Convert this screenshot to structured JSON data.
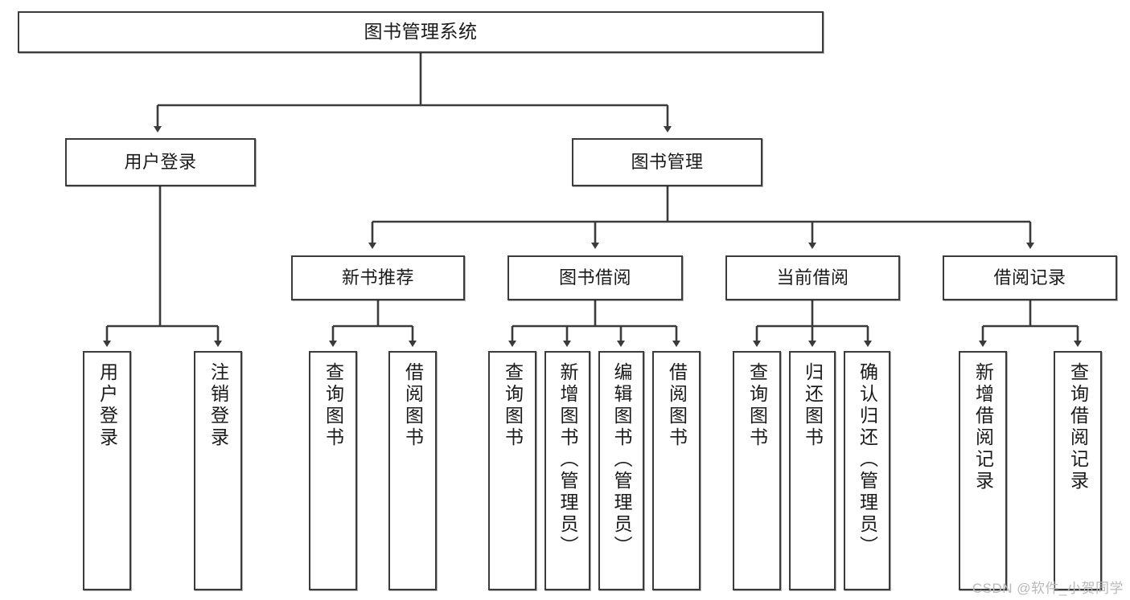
{
  "diagram": {
    "title": "图书管理系统",
    "type": "tree-hierarchy",
    "watermark": "CSDN @软件_小贺同学",
    "colors": {
      "stroke": "#3b3b3b",
      "fill": "#ffffff",
      "text": "#1a1a1a",
      "watermark": "#b9b9b9"
    },
    "nodes": {
      "root": {
        "label": "图书管理系统"
      },
      "level2": [
        {
          "label": "用户登录"
        },
        {
          "label": "图书管理"
        }
      ],
      "level3": [
        {
          "label": "新书推荐"
        },
        {
          "label": "图书借阅"
        },
        {
          "label": "当前借阅"
        },
        {
          "label": "借阅记录"
        }
      ],
      "leaves": {
        "user_login": [
          {
            "label": "用户登录"
          },
          {
            "label": "注销登录"
          }
        ],
        "new_book": [
          {
            "label": "查询图书"
          },
          {
            "label": "借阅图书"
          }
        ],
        "book_borrow": [
          {
            "label": "查询图书"
          },
          {
            "label": "新增图书（管理员）"
          },
          {
            "label": "编辑图书（管理员）"
          },
          {
            "label": "借阅图书"
          }
        ],
        "current_borrow": [
          {
            "label": "查询图书"
          },
          {
            "label": "归还图书"
          },
          {
            "label": "确认归还（管理员）"
          }
        ],
        "borrow_record": [
          {
            "label": "新增借阅记录"
          },
          {
            "label": "查询借阅记录"
          }
        ]
      }
    }
  }
}
